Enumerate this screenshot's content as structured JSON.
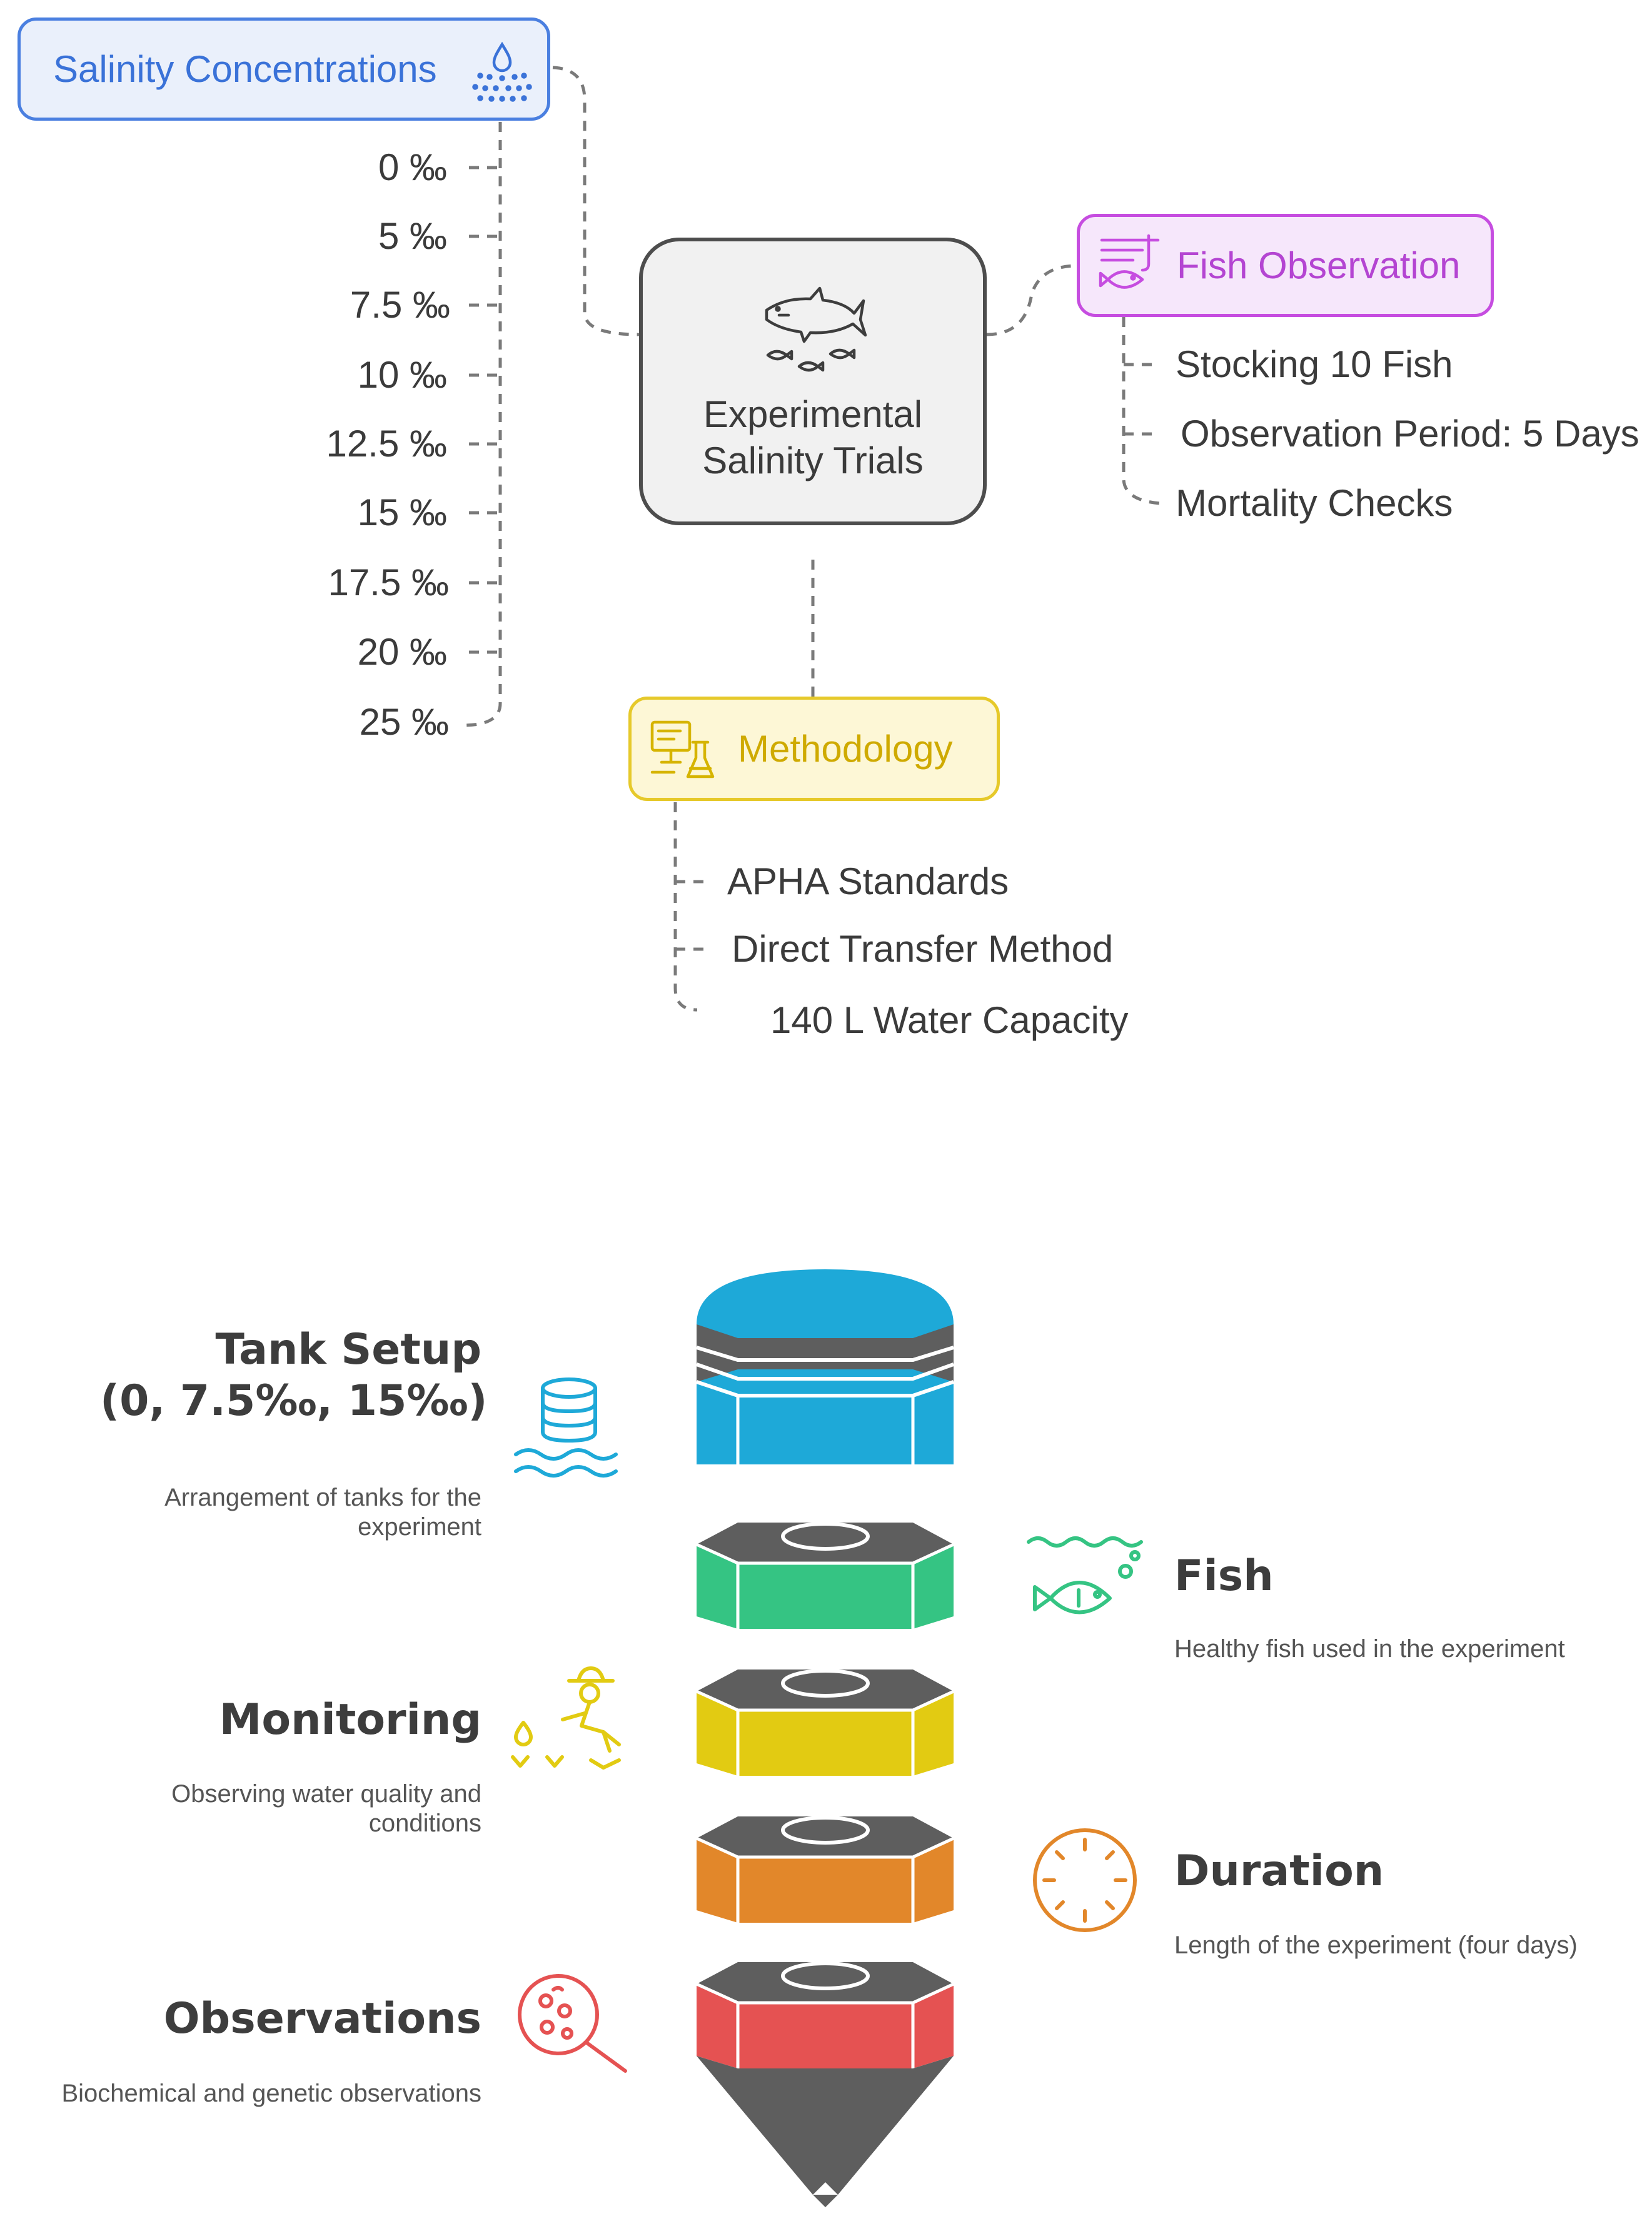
{
  "salinity": {
    "title": "Salinity Concentrations",
    "items": [
      "0 ‰",
      "5 ‰",
      "7.5 ‰",
      "10 ‰",
      "12.5 ‰",
      "15 ‰",
      "17.5 ‰",
      "20 ‰",
      "25  ‰"
    ],
    "color": "#4a7fe0"
  },
  "central": {
    "title_line1": "Experimental",
    "title_line2": "Salinity Trials"
  },
  "fish_observation": {
    "title": "Fish Observation",
    "items": [
      "Stocking 10 Fish",
      "Observation Period: 5 Days",
      "Mortality Checks"
    ],
    "color": "#c64de0"
  },
  "methodology": {
    "title": "Methodology",
    "items": [
      "APHA Standards",
      "Direct Transfer Method",
      "140 L Water Capacity"
    ],
    "color": "#e6c92a"
  },
  "stack": {
    "levels": [
      {
        "title": "Tank Setup\n(0, 7.5‰, 15‰)",
        "description": "Arrangement of tanks for the experiment",
        "color": "#1ea9d8",
        "icon": "database-water-icon",
        "side": "left"
      },
      {
        "title": "Fish",
        "description": "Healthy fish used in the experiment",
        "color": "#35c483",
        "icon": "fish-water-icon",
        "side": "right"
      },
      {
        "title": "Monitoring",
        "description": "Observing water quality and conditions",
        "color": "#e2cb12",
        "icon": "observer-icon",
        "side": "left"
      },
      {
        "title": "Duration",
        "description": "Length of the experiment (four days)",
        "color": "#e2872a",
        "icon": "clock-icon",
        "side": "right"
      },
      {
        "title": "Observations",
        "description": "Biochemical and genetic observations",
        "color": "#e55252",
        "icon": "magnifier-cells-icon",
        "side": "left"
      }
    ],
    "cap_color": "#5e5e5e"
  }
}
